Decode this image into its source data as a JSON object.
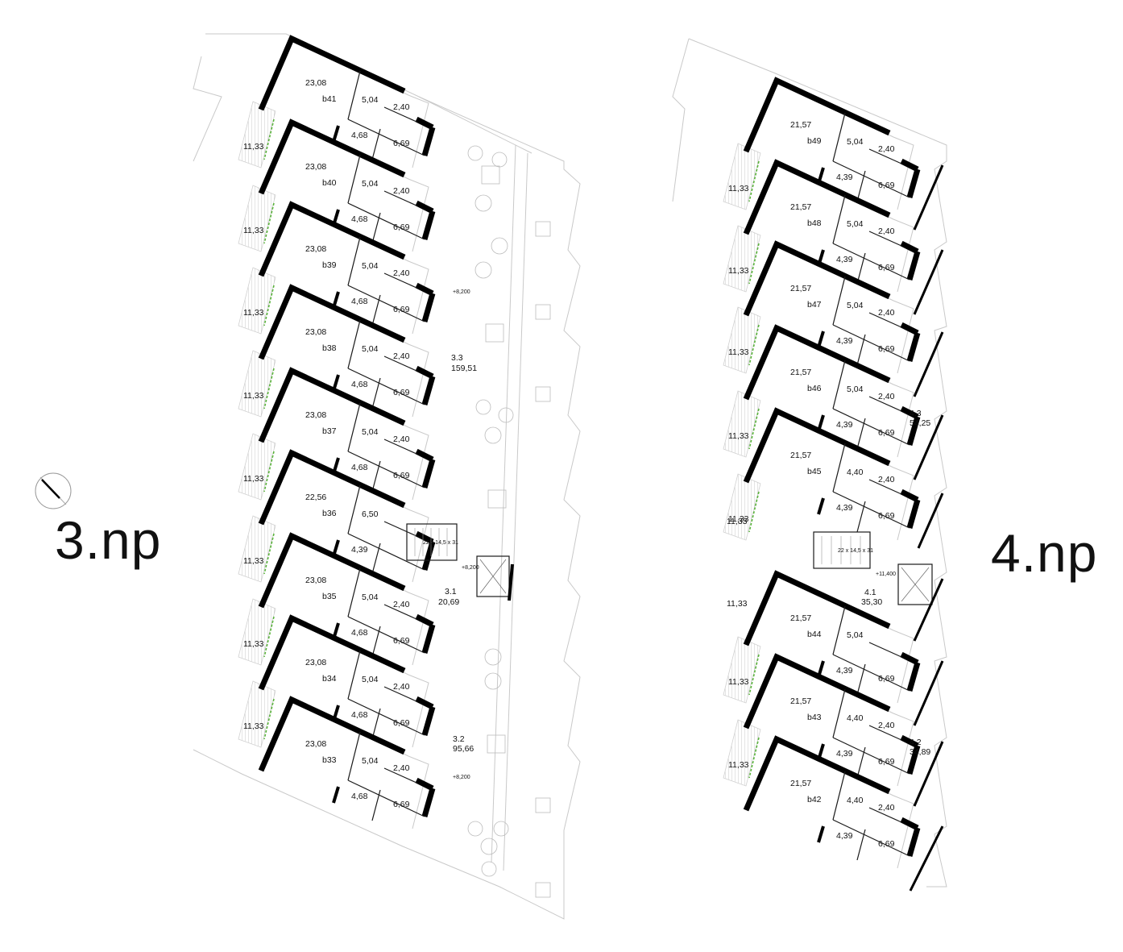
{
  "floors": [
    {
      "label": "3.np",
      "units": [
        {
          "id": "b41",
          "main": "23,08",
          "a": "5,04",
          "b": "2,40",
          "c": "4,68",
          "d": "6,69",
          "terrace": "11,33"
        },
        {
          "id": "b40",
          "main": "23,08",
          "a": "5,04",
          "b": "2,40",
          "c": "4,68",
          "d": "6,69",
          "terrace": "11,33"
        },
        {
          "id": "b39",
          "main": "23,08",
          "a": "5,04",
          "b": "2,40",
          "c": "4,68",
          "d": "6,69",
          "terrace": "11,33"
        },
        {
          "id": "b38",
          "main": "23,08",
          "a": "5,04",
          "b": "2,40",
          "c": "4,68",
          "d": "6,69",
          "terrace": "11,33"
        },
        {
          "id": "b37",
          "main": "23,08",
          "a": "5,04",
          "b": "2,40",
          "c": "4,68",
          "d": "6,69",
          "terrace": "11,33"
        },
        {
          "id": "b36",
          "main": "22,56",
          "a": "6,50",
          "b": "",
          "c": "4,39",
          "d": "",
          "terrace": "11,33"
        },
        {
          "id": "b35",
          "main": "23,08",
          "a": "5,04",
          "b": "2,40",
          "c": "4,68",
          "d": "6,69",
          "terrace": "11,33"
        },
        {
          "id": "b34",
          "main": "23,08",
          "a": "5,04",
          "b": "2,40",
          "c": "4,68",
          "d": "6,69",
          "terrace": "11,33"
        },
        {
          "id": "b33",
          "main": "23,08",
          "a": "5,04",
          "b": "2,40",
          "c": "4,68",
          "d": "6,69",
          "terrace": ""
        }
      ],
      "spaces": [
        {
          "code": "3.3",
          "area": "159,51"
        },
        {
          "code": "3.1",
          "area": "20,69"
        },
        {
          "code": "3.2",
          "area": "95,66"
        }
      ],
      "levels": [
        "+8,200",
        "+8,200",
        "+8,200"
      ],
      "stair_note": "22 x 14,5 x 31"
    },
    {
      "label": "4.np",
      "units": [
        {
          "id": "b49",
          "main": "21,57",
          "a": "5,04",
          "b": "2,40",
          "c": "4,39",
          "d": "6,69",
          "terrace": "11,33"
        },
        {
          "id": "b48",
          "main": "21,57",
          "a": "5,04",
          "b": "2,40",
          "c": "4,39",
          "d": "6,69",
          "terrace": "11,33"
        },
        {
          "id": "b47",
          "main": "21,57",
          "a": "5,04",
          "b": "2,40",
          "c": "4,39",
          "d": "6,69",
          "terrace": "11,33"
        },
        {
          "id": "b46",
          "main": "21,57",
          "a": "5,04",
          "b": "2,40",
          "c": "4,39",
          "d": "6,69",
          "terrace": "11,33"
        },
        {
          "id": "b45",
          "main": "21,57",
          "a": "4,40",
          "b": "2,40",
          "c": "4,39",
          "d": "6,69",
          "terrace": "11,33"
        },
        {
          "id": "b44",
          "main": "21,57",
          "a": "5,04",
          "b": "",
          "c": "4,39",
          "d": "6,69",
          "terrace": "11,33"
        },
        {
          "id": "b43",
          "main": "21,57",
          "a": "4,40",
          "b": "2,40",
          "c": "4,39",
          "d": "6,69",
          "terrace": "11,33"
        },
        {
          "id": "b42",
          "main": "21,57",
          "a": "4,40",
          "b": "2,40",
          "c": "4,39",
          "d": "6,69",
          "terrace": ""
        }
      ],
      "spaces": [
        {
          "code": "4.3",
          "area": "54,25"
        },
        {
          "code": "4.1",
          "area": "35,30"
        },
        {
          "code": "4.2",
          "area": "34,89"
        }
      ],
      "levels": [
        "+11,400"
      ],
      "stair_note": "22 x 14,5 x 31"
    }
  ],
  "extra_terraces_4np": [
    "11,33",
    "11,33"
  ],
  "colors": {
    "wall": "#000000",
    "thin_line": "#c9c9c9",
    "planting": "#59b43a"
  },
  "north_arrow": "north-arrow-icon"
}
